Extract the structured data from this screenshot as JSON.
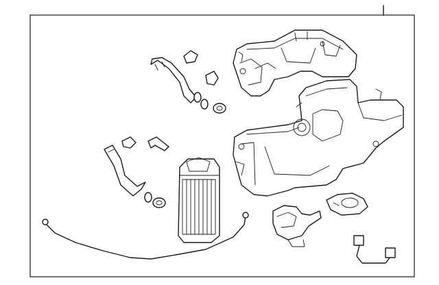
{
  "diagram": {
    "parts": [
      {
        "id": "heater-unit-housing"
      },
      {
        "id": "blower-case"
      },
      {
        "id": "upper-heater-hose"
      },
      {
        "id": "lower-heater-hose"
      },
      {
        "id": "heater-core"
      },
      {
        "id": "hose-clamp"
      },
      {
        "id": "o-ring"
      },
      {
        "id": "mounting-bracket"
      },
      {
        "id": "servo-motor"
      },
      {
        "id": "blower-resistor"
      },
      {
        "id": "sensor-harness"
      },
      {
        "id": "ground-cable"
      }
    ]
  }
}
